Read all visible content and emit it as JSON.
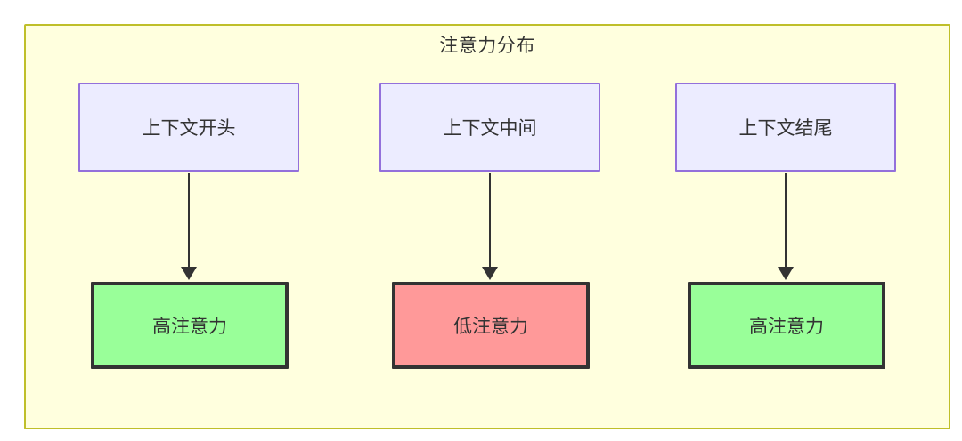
{
  "diagram": {
    "title": "注意力分布",
    "container": {
      "fill_color": "#ffffde",
      "border_color": "#bfbf2a"
    },
    "top_nodes": [
      {
        "label": "上下文开头",
        "fill_color": "#ececff",
        "border_color": "#9370db"
      },
      {
        "label": "上下文中间",
        "fill_color": "#ececff",
        "border_color": "#9370db"
      },
      {
        "label": "上下文结尾",
        "fill_color": "#ececff",
        "border_color": "#9370db"
      }
    ],
    "bottom_nodes": [
      {
        "label": "高注意力",
        "fill_color": "#99ff99",
        "border_color": "#333333"
      },
      {
        "label": "低注意力",
        "fill_color": "#ff9999",
        "border_color": "#333333"
      },
      {
        "label": "高注意力",
        "fill_color": "#99ff99",
        "border_color": "#333333"
      }
    ],
    "edges": [
      {
        "from": "上下文开头",
        "to": "高注意力"
      },
      {
        "from": "上下文中间",
        "to": "低注意力"
      },
      {
        "from": "上下文结尾",
        "to": "高注意力"
      }
    ]
  }
}
